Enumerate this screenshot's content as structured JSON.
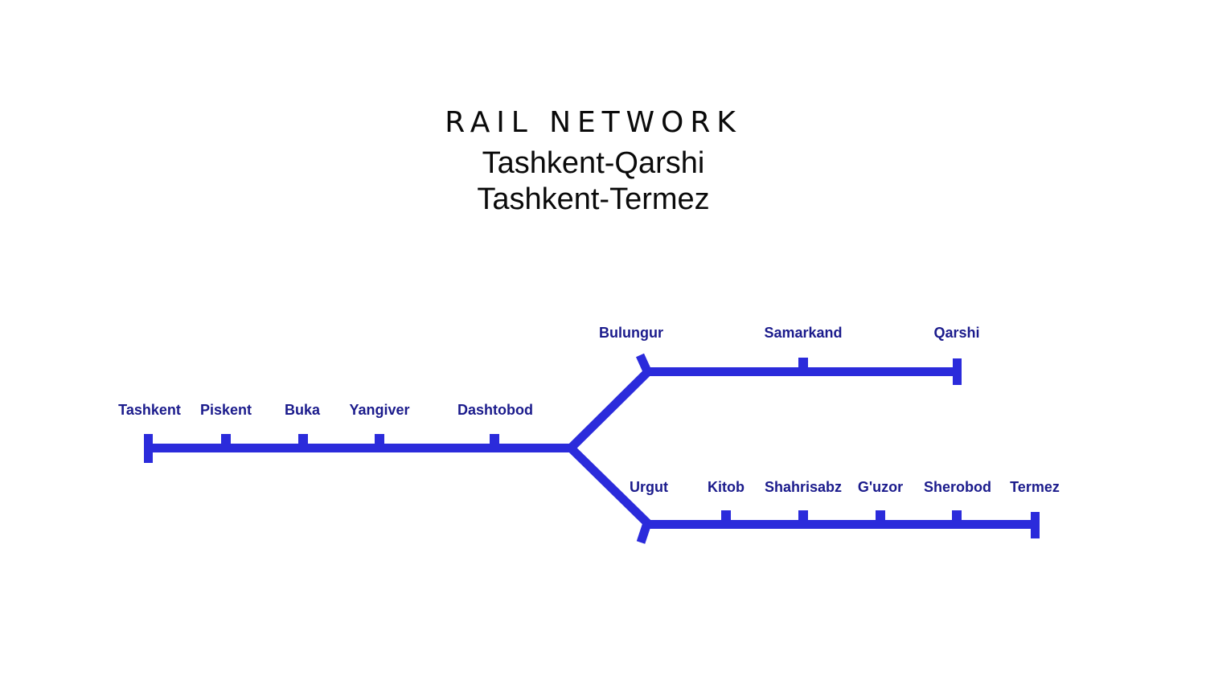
{
  "title": {
    "heading": "RAIL NETWORK",
    "subtitle1": "Tashkent-Qarshi",
    "subtitle2": "Tashkent-Termez"
  },
  "colors": {
    "line": "#2b2bdb",
    "station_label": "#1b1b8c",
    "title_text": "#0a0a0a"
  },
  "network": {
    "trunk": {
      "stations": [
        "Tashkent",
        "Piskent",
        "Buka",
        "Yangiver",
        "Dashtobod"
      ]
    },
    "qarshi_branch": {
      "stations": [
        "Bulungur",
        "Samarkand",
        "Qarshi"
      ]
    },
    "termez_branch": {
      "stations": [
        "Urgut",
        "Kitob",
        "Shahrisabz",
        "G'uzor",
        "Sherobod",
        "Termez"
      ]
    }
  }
}
